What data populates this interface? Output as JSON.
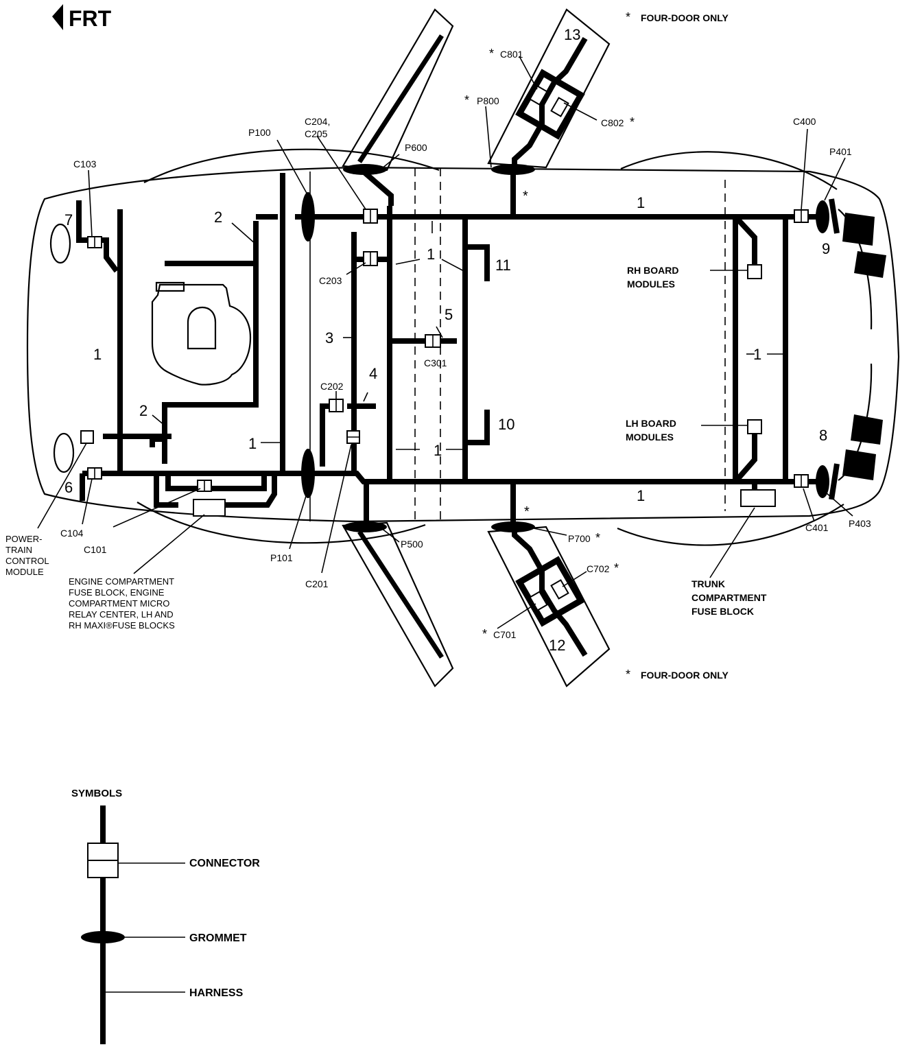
{
  "header": {
    "front_indicator": "FRT",
    "four_door_note": "FOUR-DOOR ONLY",
    "asterisk": "*"
  },
  "harness_numbers": [
    "1",
    "2",
    "3",
    "4",
    "5",
    "6",
    "7",
    "8",
    "9",
    "10",
    "11",
    "12",
    "13"
  ],
  "connectors": {
    "C103": "C103",
    "C104": "C104",
    "C101": "C101",
    "C204_C205_line1": "C204,",
    "C204_C205_line2": "C205",
    "C203": "C203",
    "C202": "C202",
    "C201": "C201",
    "C301": "C301",
    "C400": "C400",
    "C401": "C401",
    "C801": "C801",
    "C802": "C802",
    "C701": "C701",
    "C702": "C702"
  },
  "grommets": {
    "P100": "P100",
    "P101": "P101",
    "P600": "P600",
    "P500": "P500",
    "P800": "P800",
    "P700": "P700",
    "P401": "P401",
    "P403": "P403"
  },
  "components": {
    "pcm": [
      "POWER-",
      "TRAIN",
      "CONTROL",
      "MODULE"
    ],
    "engine_fuse": [
      "ENGINE COMPARTMENT",
      "FUSE BLOCK, ENGINE",
      "COMPARTMENT MICRO",
      "RELAY CENTER, LH AND",
      "RH MAXI®FUSE BLOCKS"
    ],
    "rh_board": [
      "RH BOARD",
      "MODULES"
    ],
    "lh_board": [
      "LH BOARD",
      "MODULES"
    ],
    "trunk_fuse": [
      "TRUNK",
      "COMPARTMENT",
      "FUSE BLOCK"
    ]
  },
  "legend": {
    "title": "SYMBOLS",
    "connector": "CONNECTOR",
    "grommet": "GROMMET",
    "harness": "HARNESS"
  }
}
